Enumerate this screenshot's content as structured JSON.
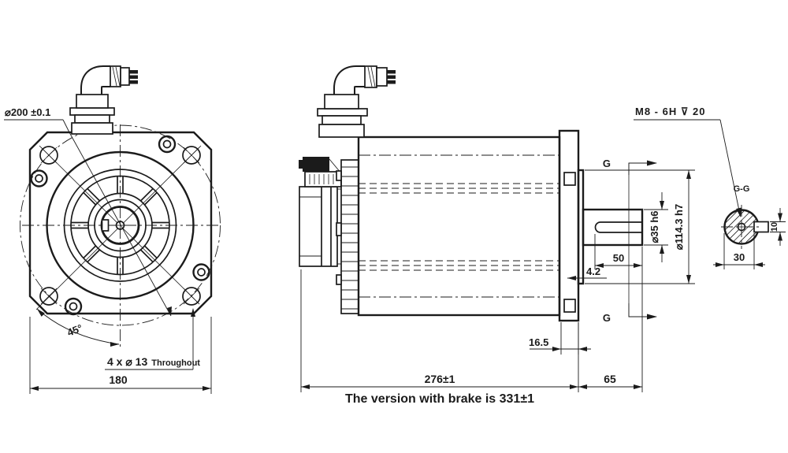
{
  "front": {
    "dia_label": "⌀200 ±0.1",
    "angle": "45°",
    "holes_count": "4 x ⌀ 13",
    "holes_note": "Throughout",
    "width": "180"
  },
  "side": {
    "thread": "M8 - 6H ⊽ 20",
    "section_letter": "G",
    "shaft_dia": "⌀35 h6",
    "spigot_dia": "⌀114.3 h7",
    "keyway_len": "50",
    "keyway_offset": "4.2",
    "flange_thk": "16.5",
    "overall_len": "276±1",
    "shaft_len": "65"
  },
  "section": {
    "title": "G-G",
    "width": "30",
    "key_width": "10"
  },
  "note": {
    "text": "The version with brake is 331±1",
    "color": "#a01d1d"
  },
  "colors": {
    "line": "#1b1b1b",
    "background": "#ffffff"
  }
}
